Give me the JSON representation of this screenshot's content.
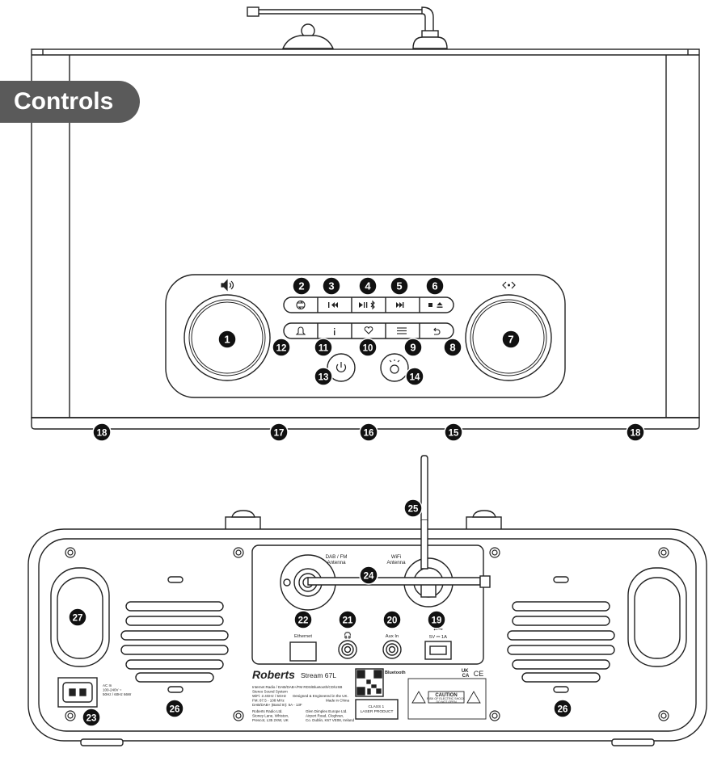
{
  "section_title": "Controls",
  "front_callouts": [
    "1",
    "2",
    "3",
    "4",
    "5",
    "6",
    "7",
    "8",
    "9",
    "10",
    "11",
    "12",
    "13",
    "14",
    "15",
    "16",
    "17",
    "18",
    "18"
  ],
  "rear_callouts": [
    "19",
    "20",
    "21",
    "22",
    "23",
    "24",
    "25",
    "26",
    "26",
    "27"
  ],
  "rear_labels": {
    "dab_antenna": "DAB / FM\nAntenna",
    "wifi_antenna": "WiFi\nAntenna",
    "ethernet": "Ethernet",
    "aux_in": "Aux In",
    "usb_power": "5V ⎓ 1A",
    "brand": "Roberts",
    "model": "Stream 67L",
    "bluetooth": "Bluetooth",
    "ac_rating": "AC In\n100-240V ~\n50Hz / 60Hz  66W",
    "spec_text": "Internet Radio / DAB/DAB+/FM RDS/Bluetooth/CD/USB\nStereo Sound System\nWiFi: 2.4GHz / 5GHz\nFM: 87.5 - 108 MHz\nDAB/DAB+ (Band III): 5A - 13F",
    "designed": "Designed & Engineered in the UK.\nMade in China",
    "address_uk": "Roberts Radio Ltd.\nStoney Lane, Whiston,\nPrescot, L35 2XW, UK",
    "address_ie": "Glen Dimplex Europe Ltd.\nAirport Road, Cloghran,\nCo. Dublin, K67 VE08, Ireland",
    "laser": "CLASS 1\nLASER PRODUCT",
    "caution": "CAUTION",
    "caution_sub": "RISK OF ELECTRIC SHOCK\nDO NOT OPEN",
    "marks": "UK\nCA",
    "ce": "CE"
  }
}
